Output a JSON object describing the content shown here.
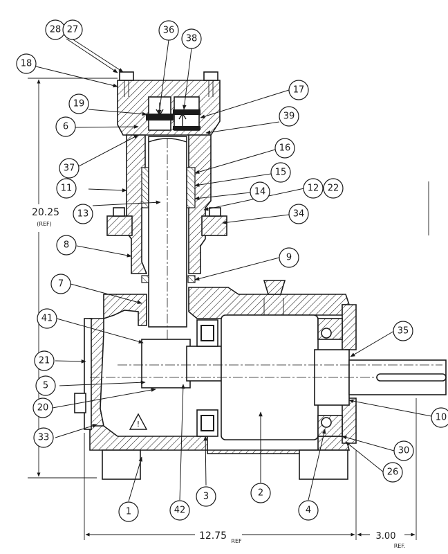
{
  "balloons": [
    {
      "id": "b28",
      "label": "28"
    },
    {
      "id": "b27",
      "label": "27"
    },
    {
      "id": "b36",
      "label": "36"
    },
    {
      "id": "b38",
      "label": "38"
    },
    {
      "id": "b18",
      "label": "18"
    },
    {
      "id": "b17",
      "label": "17"
    },
    {
      "id": "b19",
      "label": "19"
    },
    {
      "id": "b39",
      "label": "39"
    },
    {
      "id": "b6",
      "label": "6"
    },
    {
      "id": "b16",
      "label": "16"
    },
    {
      "id": "b37",
      "label": "37"
    },
    {
      "id": "b15",
      "label": "15"
    },
    {
      "id": "b11",
      "label": "11"
    },
    {
      "id": "b14",
      "label": "14"
    },
    {
      "id": "b12",
      "label": "12"
    },
    {
      "id": "b22",
      "label": "22"
    },
    {
      "id": "b13",
      "label": "13"
    },
    {
      "id": "b34",
      "label": "34"
    },
    {
      "id": "b8",
      "label": "8"
    },
    {
      "id": "b9",
      "label": "9"
    },
    {
      "id": "b7",
      "label": "7"
    },
    {
      "id": "b41",
      "label": "41"
    },
    {
      "id": "b35",
      "label": "35"
    },
    {
      "id": "b21",
      "label": "21"
    },
    {
      "id": "b5",
      "label": "5"
    },
    {
      "id": "b10",
      "label": "10"
    },
    {
      "id": "b20",
      "label": "20"
    },
    {
      "id": "b33",
      "label": "33"
    },
    {
      "id": "b30",
      "label": "30"
    },
    {
      "id": "b26",
      "label": "26"
    },
    {
      "id": "b1",
      "label": "1"
    },
    {
      "id": "b42",
      "label": "42"
    },
    {
      "id": "b3",
      "label": "3"
    },
    {
      "id": "b2",
      "label": "2"
    },
    {
      "id": "b4",
      "label": "4"
    }
  ],
  "dimensions": {
    "height_value": "20.25",
    "height_ref": "(REF)",
    "width_value": "12.75",
    "width_ref": "REF",
    "shaft_value": "3.00",
    "shaft_ref": "REF."
  },
  "warning_symbol": "!"
}
